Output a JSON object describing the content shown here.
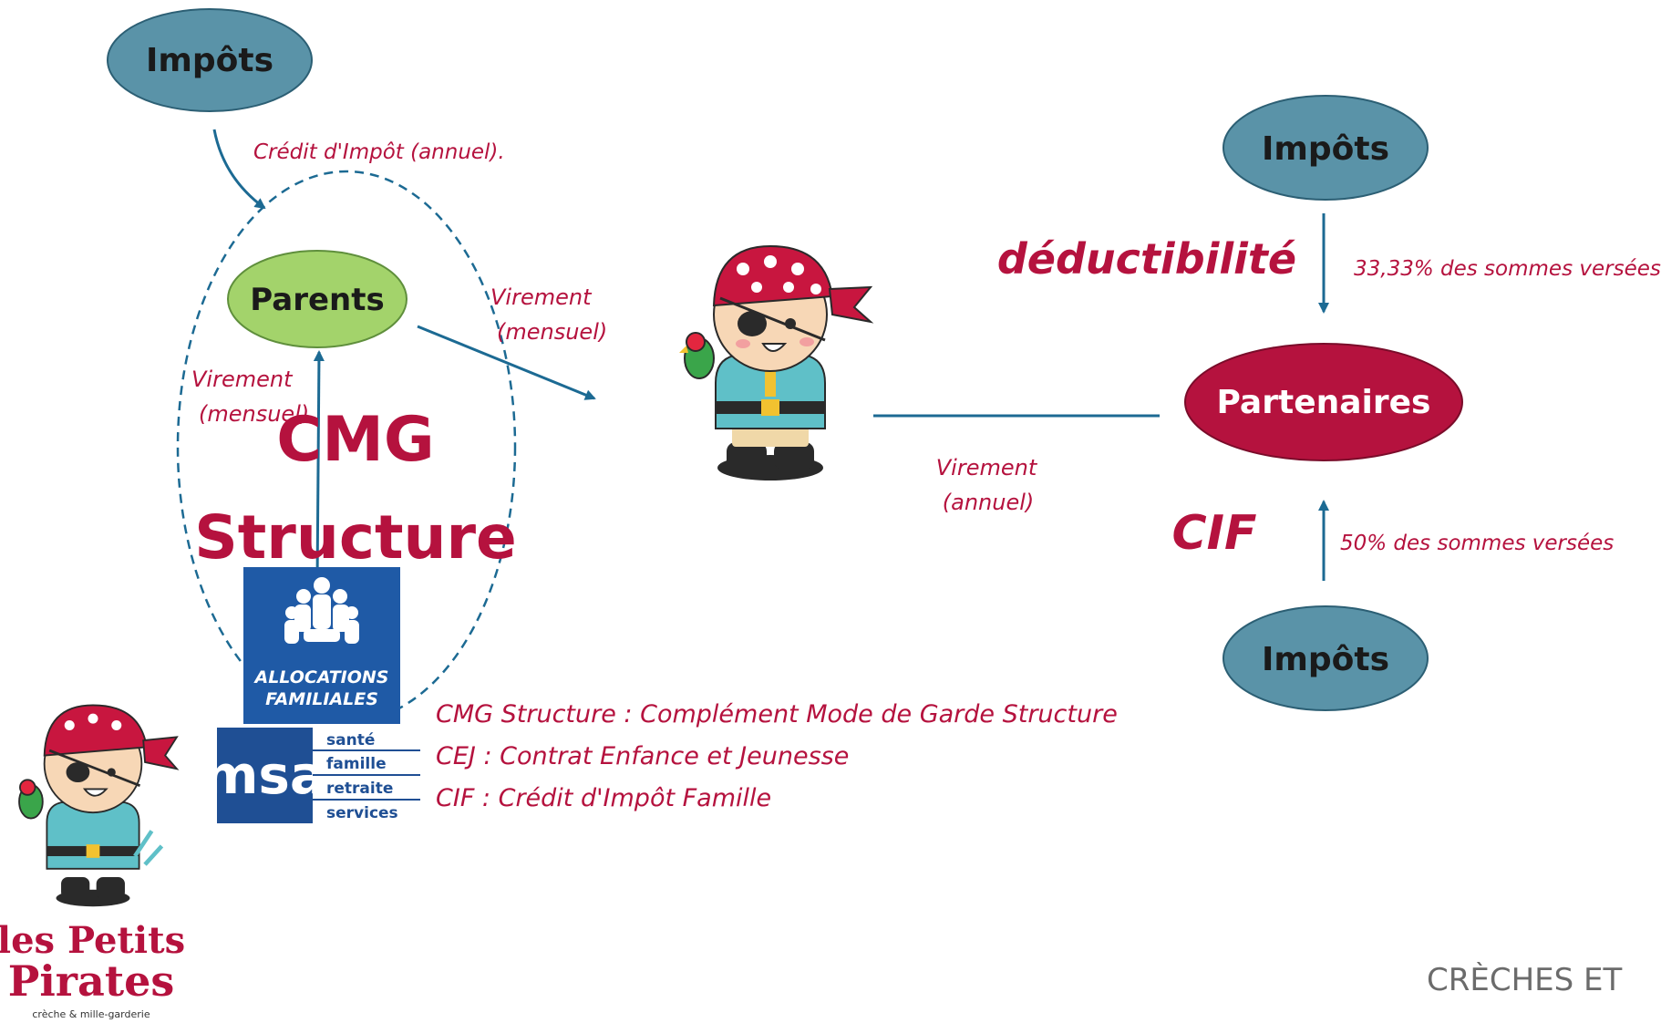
{
  "colors": {
    "accent": "#b5123e",
    "node_blue": "#5a93a8",
    "node_green": "#a3d36b",
    "arrow": "#1c6a93",
    "dashed": "#1c6a93"
  },
  "nodes": {
    "impots_top_left": "Impôts",
    "parents": "Parents",
    "impots_top_right": "Impôts",
    "partenaires": "Partenaires",
    "impots_bottom_right": "Impôts"
  },
  "labels": {
    "credit_impot": "Crédit d'Impôt (annuel).",
    "virement_mensuel_right_1": "Virement",
    "virement_mensuel_right_2": "(mensuel)",
    "virement_mensuel_left_1": "Virement",
    "virement_mensuel_left_2": "(mensuel)",
    "cmg": "CMG",
    "structure": "Structure",
    "deductibilite": "déductibilité",
    "pct_33": "33,33% des sommes versées",
    "virement_annuel_1": "Virement",
    "virement_annuel_2": "(annuel)",
    "cif": "CIF",
    "pct_50": "50% des sommes versées"
  },
  "legend": {
    "line1": "CMG Structure : Complément Mode de Garde Structure",
    "line2": "CEJ : Contrat Enfance et Jeunesse",
    "line3": "CIF : Crédit d'Impôt Famille"
  },
  "logos": {
    "caf_line1": "ALLOCATIONS",
    "caf_line2": "FAMILIALES",
    "msa_letters": "msa",
    "msa_1": "santé",
    "msa_2": "famille",
    "msa_3": "retraite",
    "msa_4": "services",
    "brand_1": "les Petits",
    "brand_2": "Pirates",
    "brand_tagline": "crèche & mille-garderie"
  },
  "footer": "CRÈCHES ET"
}
